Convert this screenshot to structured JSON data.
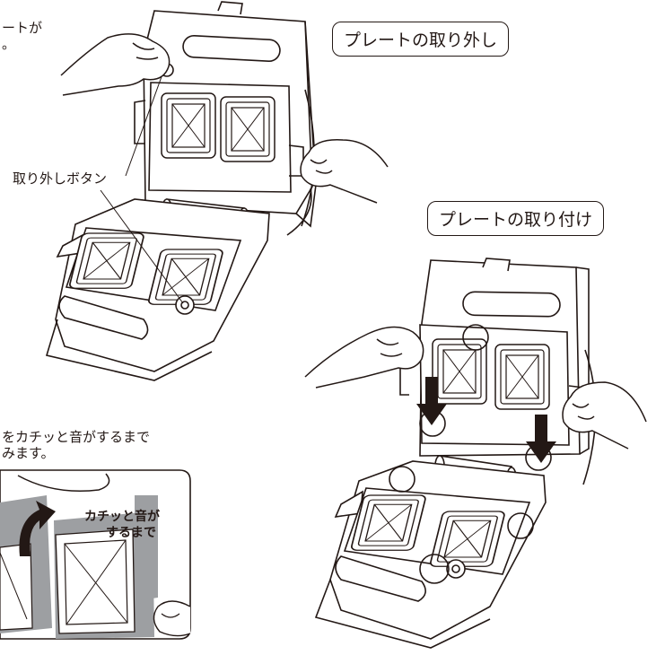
{
  "instructions": {
    "top_left_fragment_1": "ートが",
    "top_left_fragment_2": "。",
    "bottom_left_fragment_1": "をカチッと音がするまで",
    "bottom_left_fragment_2": "みます。"
  },
  "labels": {
    "release_button": "取り外しボタン"
  },
  "headings": {
    "remove_plate": "プレートの取り外し",
    "attach_plate": "プレートの取り付け"
  },
  "inset": {
    "click_sound_line1": "カチッと音が",
    "click_sound_line2": "するまで"
  },
  "colors": {
    "ink": "#231815",
    "plate_gray": "#9d9fa2",
    "arrow": "#231815"
  }
}
